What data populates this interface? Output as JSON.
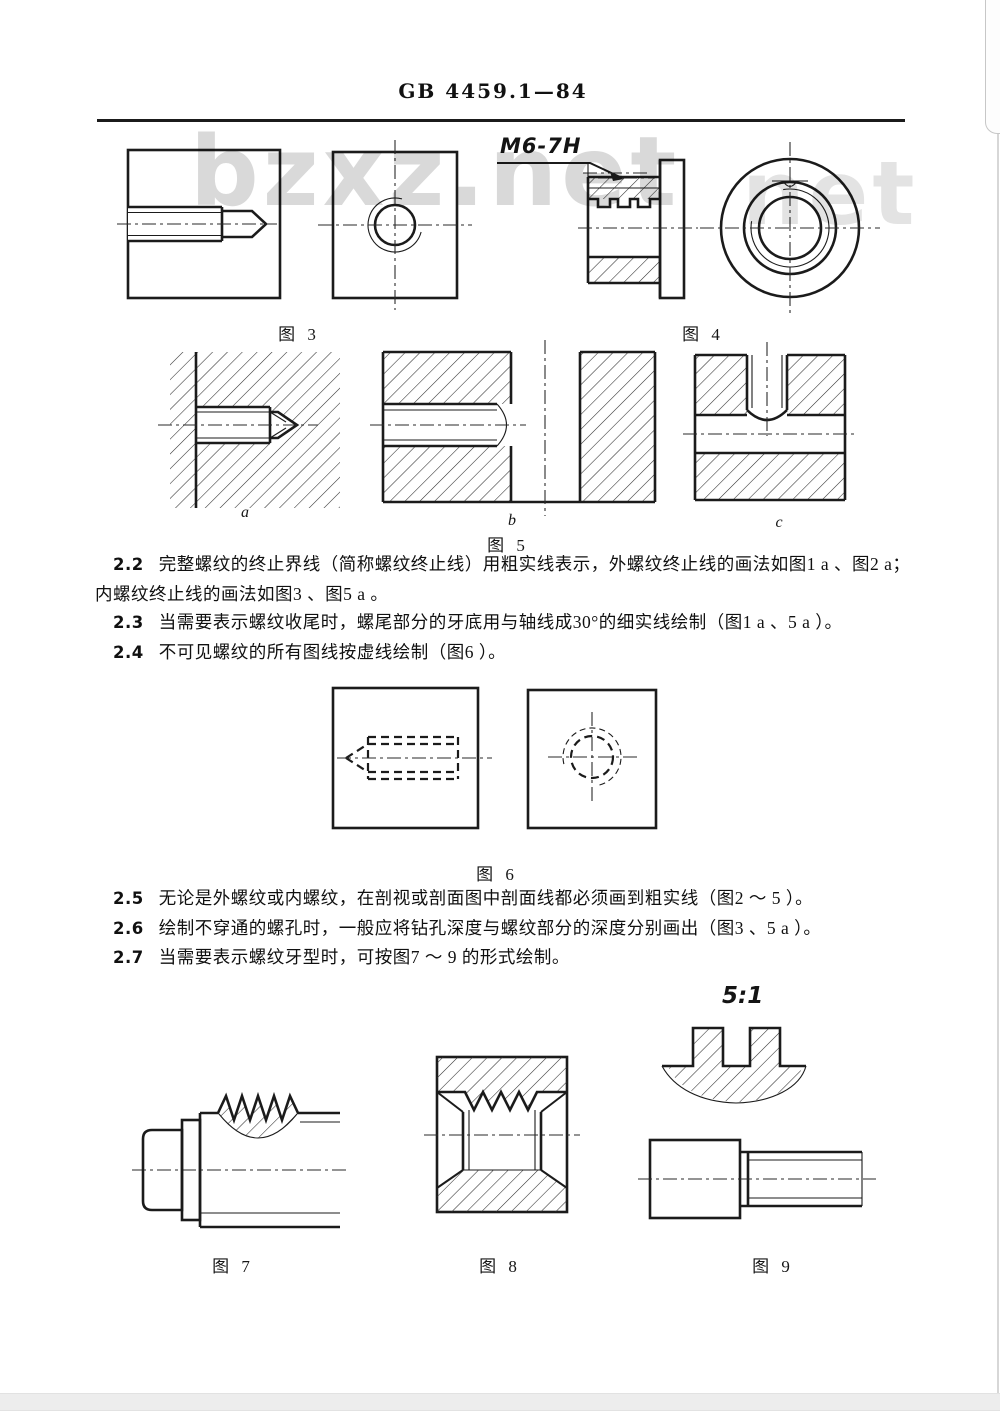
{
  "page": {
    "standard_code": "GB 4459.1—84"
  },
  "watermark": {
    "text": "bzxz.net",
    "fragment_text": "net"
  },
  "figures": {
    "fig3": {
      "caption": "图 3"
    },
    "fig4": {
      "caption": "图 4",
      "thread_label": "M6-7H"
    },
    "fig5": {
      "caption": "图 5",
      "sub_labels": [
        "a",
        "b",
        "c"
      ]
    },
    "fig6": {
      "caption": "图 6"
    },
    "fig7": {
      "caption": "图 7"
    },
    "fig8": {
      "caption": "图 8"
    },
    "fig9": {
      "caption": "图 9",
      "scale_label": "5:1"
    }
  },
  "clauses": [
    {
      "num": "2.2",
      "text": "完整螺纹的终止界线（简称螺纹终止线）用粗实线表示，外螺纹终止线的画法如图1 a 、图2 a；内螺纹终止线的画法如图3 、图5 a 。"
    },
    {
      "num": "2.3",
      "text": "当需要表示螺纹收尾时，螺尾部分的牙底用与轴线成30°的细实线绘制（图1 a 、5 a ）。"
    },
    {
      "num": "2.4",
      "text": "不可见螺纹的所有图线按虚线绘制（图6 ）。"
    },
    {
      "num": "2.5",
      "text": "无论是外螺纹或内螺纹，在剖视或剖面图中剖面线都必须画到粗实线（图2 ～ 5 ）。"
    },
    {
      "num": "2.6",
      "text": "绘制不穿通的螺孔时，一般应将钻孔深度与螺纹部分的深度分别画出（图3 、5 a ）。"
    },
    {
      "num": "2.7",
      "text": "当需要表示螺纹牙型时，可按图7 ～ 9 的形式绘制。"
    }
  ],
  "colors": {
    "ink": "#1b1b1b",
    "watermark": "#d9d9d9",
    "page_gap": "#ededed"
  }
}
